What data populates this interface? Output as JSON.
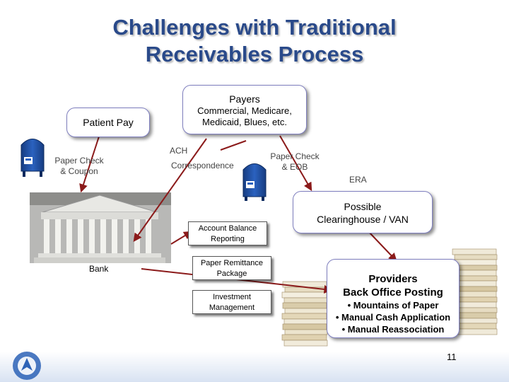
{
  "title": {
    "line1": "Challenges with Traditional",
    "line2": "Receivables Process"
  },
  "payers": {
    "heading": "Payers",
    "line1": "Commercial, Medicare,",
    "line2": "Medicaid, Blues, etc."
  },
  "patient_pay": "Patient Pay",
  "paper_check_coupon": {
    "line1": "Paper Check",
    "line2": "& Coupon"
  },
  "ach": "ACH",
  "correspondence": "Correspondence",
  "paper_check_eob": {
    "line1": "Paper Check",
    "line2": "& EOB"
  },
  "era": "ERA",
  "clearinghouse": {
    "line1": "Possible",
    "line2": "Clearinghouse / VAN"
  },
  "account_balance": {
    "line1": "Account Balance",
    "line2": "Reporting"
  },
  "bank": "Bank",
  "paper_remittance": {
    "line1": "Paper Remittance",
    "line2": "Package"
  },
  "investment": {
    "line1": "Investment",
    "line2": "Management"
  },
  "providers": {
    "line1": "Providers",
    "line2": "Back Office Posting",
    "bullets": [
      "• Mountains of Paper",
      "• Manual Cash Application",
      "• Manual Reassociation"
    ]
  },
  "page_number": "11",
  "colors": {
    "title": "#2a4a8a",
    "arrow": "#8b1a1a",
    "mailbox": "#1f4fa0",
    "box_border": "#7f7fbf"
  },
  "icons": [
    "mailbox-icon",
    "bank-building-image",
    "paper-stack-image",
    "logo-icon"
  ]
}
